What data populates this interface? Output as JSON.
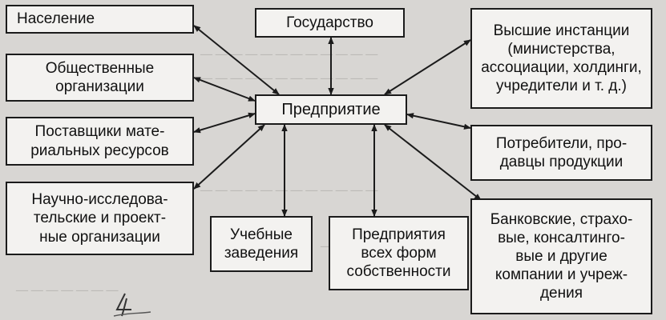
{
  "diagram": {
    "center": {
      "label": "Предприятие"
    },
    "nodes": {
      "naselenie": "Население",
      "gosudarstvo": "Государство",
      "vysshie": "Высшие инстанции\n(министерства,\nассоциации, холдинги,\nучредители и т. д.)",
      "obshchestvennye": "Общественные\nорганизации",
      "postavshchiki": "Поставщики мате-\nриальных ресурсов",
      "nauchno": "Научно-исследова-\nтельские и проект-\nные организации",
      "uchebnye": "Учебные\nзаведения",
      "predpriyatiya_vsekh": "Предприятия\nвсех форм\nсобственности",
      "potrebiteli": "Потребители, про-\nдавцы продукции",
      "bankovskie": "Банковские, страхо-\nвые, консалтинго-\nвые и другие\nкомпании и учреж-\nдения"
    },
    "connections": [
      {
        "from": "center",
        "to": "naselenie",
        "style": "bidirectional"
      },
      {
        "from": "center",
        "to": "gosudarstvo",
        "style": "bidirectional"
      },
      {
        "from": "center",
        "to": "vysshie",
        "style": "bidirectional"
      },
      {
        "from": "center",
        "to": "obshchestvennye",
        "style": "bidirectional"
      },
      {
        "from": "center",
        "to": "postavshchiki",
        "style": "bidirectional"
      },
      {
        "from": "center",
        "to": "nauchno",
        "style": "bidirectional"
      },
      {
        "from": "center",
        "to": "uchebnye",
        "style": "bidirectional"
      },
      {
        "from": "center",
        "to": "predpriyatiya_vsekh",
        "style": "bidirectional"
      },
      {
        "from": "center",
        "to": "potrebiteli",
        "style": "bidirectional"
      },
      {
        "from": "center",
        "to": "bankovskie",
        "style": "bidirectional"
      }
    ],
    "colors": {
      "line": "#1b1b1b",
      "box_fill": "#f3f2f0",
      "paper": "#d8d6d3"
    }
  }
}
